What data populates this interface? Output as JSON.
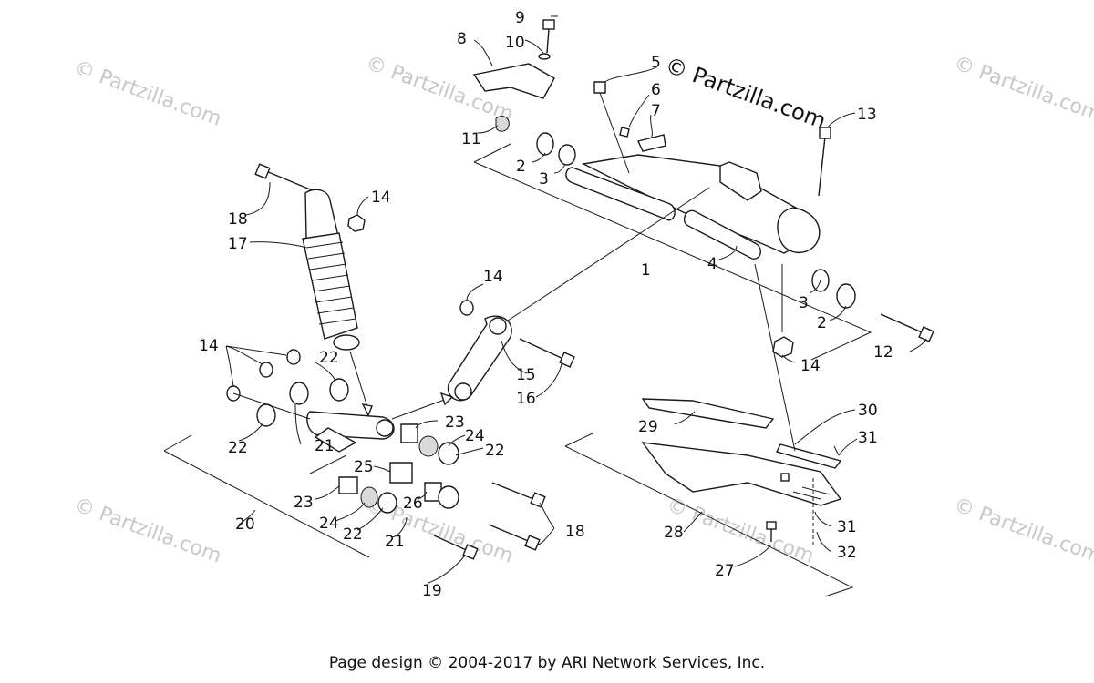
{
  "callouts": [
    {
      "num": "1"
    },
    {
      "num": "2"
    },
    {
      "num": "2"
    },
    {
      "num": "3"
    },
    {
      "num": "3"
    },
    {
      "num": "4"
    },
    {
      "num": "5"
    },
    {
      "num": "6"
    },
    {
      "num": "7"
    },
    {
      "num": "8"
    },
    {
      "num": "9"
    },
    {
      "num": "10"
    },
    {
      "num": "11"
    },
    {
      "num": "12"
    },
    {
      "num": "13"
    },
    {
      "num": "14"
    },
    {
      "num": "14"
    },
    {
      "num": "14"
    },
    {
      "num": "14"
    },
    {
      "num": "15"
    },
    {
      "num": "16"
    },
    {
      "num": "17"
    },
    {
      "num": "18"
    },
    {
      "num": "18"
    },
    {
      "num": "19"
    },
    {
      "num": "20"
    },
    {
      "num": "21"
    },
    {
      "num": "21"
    },
    {
      "num": "22"
    },
    {
      "num": "22"
    },
    {
      "num": "22"
    },
    {
      "num": "22"
    },
    {
      "num": "23"
    },
    {
      "num": "23"
    },
    {
      "num": "24"
    },
    {
      "num": "24"
    },
    {
      "num": "25"
    },
    {
      "num": "26"
    },
    {
      "num": "27"
    },
    {
      "num": "28"
    },
    {
      "num": "29"
    },
    {
      "num": "30"
    },
    {
      "num": "31"
    },
    {
      "num": "31"
    },
    {
      "num": "32"
    }
  ],
  "watermark_main": "© Partzilla.com",
  "watermark_faint": "© Partzilla.com",
  "footer": "Page design © 2004-2017 by ARI Network Services, Inc."
}
